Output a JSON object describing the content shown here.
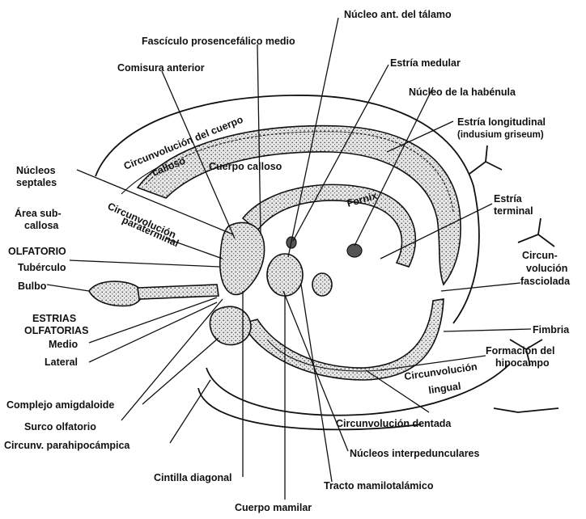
{
  "labels": {
    "nucleo_ant_talamo": "Núcleo ant. del tálamo",
    "fasciculo_prosencefalico": "Fascículo prosencefálico medio",
    "comisura_anterior": "Comisura anterior",
    "estria_medular": "Estría medular",
    "nucleo_habenula": "Núcleo de la habénula",
    "estria_longitudinal_1": "Estría longitudinal",
    "estria_longitudinal_2": "(indusium griseum)",
    "circunvolucion_cuerpo_1": "Circunvolución del cuerpo",
    "circunvolucion_cuerpo_2": "calloso",
    "nucleos_septales_1": "Núcleos",
    "nucleos_septales_2": "septales",
    "cuerpo_calloso": "Cuerpo calloso",
    "estria_terminal_1": "Estría",
    "estria_terminal_2": "terminal",
    "area_subcallosa_1": "Área sub-",
    "area_subcallosa_2": "callosa",
    "circ_paraterminal_1": "Circunvolución",
    "circ_paraterminal_2": "paraterminal",
    "olfatorio": "OLFATORIO",
    "tuberculo": "Tubérculo",
    "bulbo": "Bulbo",
    "fornix": "Fornix",
    "circ_fasciolada_1": "Circun-",
    "circ_fasciolada_2": "volución",
    "circ_fasciolada_3": "fasciolada",
    "estrias_olfatorias_1": "ESTRIAS",
    "estrias_olfatorias_2": "OLFATORIAS",
    "medio": "Medio",
    "lateral": "Lateral",
    "fimbria": "Fimbria",
    "formacion_hipocampo_1": "Formación del",
    "formacion_hipocampo_2": "hipocampo",
    "circ_lingual_1": "Circunvolución",
    "circ_lingual_2": "lingual",
    "complejo_amigdaloide": "Complejo amigdaloide",
    "circ_dentada": "Circunvolución dentada",
    "surco_olfatorio": "Surco olfatorio",
    "nucleos_interpedunculares": "Núcleos interpedunculares",
    "circ_parahipocampica": "Circunv. parahipocámpica",
    "cintilla_diagonal": "Cintilla diagonal",
    "tracto_mamilotalamico": "Tracto mamilotalámico",
    "cuerpo_mamilar": "Cuerpo mamilar"
  }
}
